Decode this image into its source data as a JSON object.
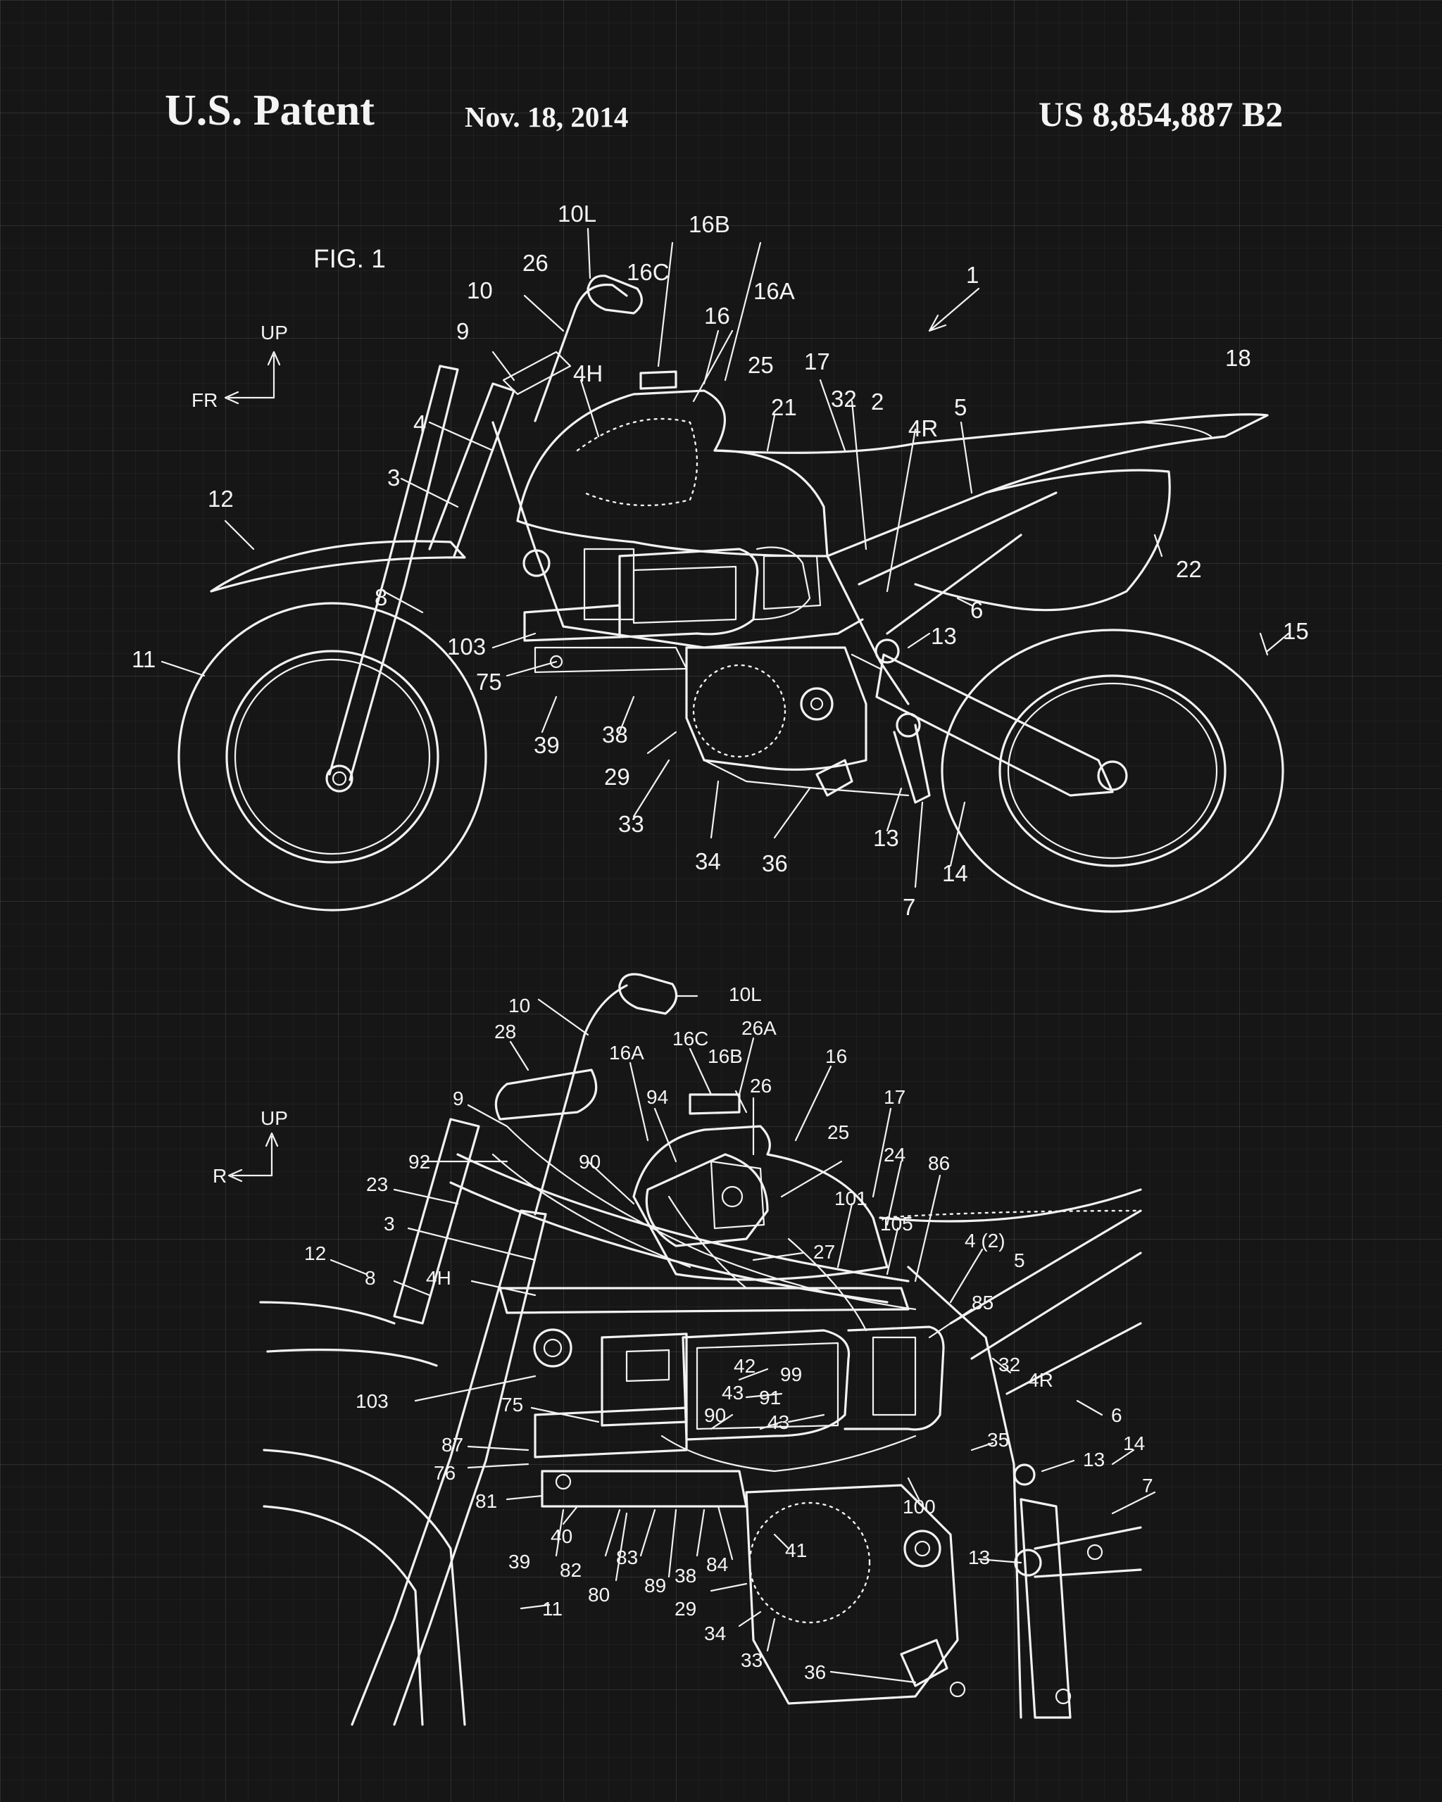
{
  "header": {
    "title": "U.S. Patent",
    "date": "Nov. 18, 2014",
    "number": "US 8,854,887 B2"
  },
  "fig1": {
    "caption": "FIG. 1",
    "dir_up": "UP",
    "dir_front": "FR",
    "labels": [
      "10L",
      "16B",
      "26",
      "16C",
      "16A",
      "10",
      "1",
      "16",
      "9",
      "4H",
      "25",
      "18",
      "17",
      "32",
      "2",
      "5",
      "4R",
      "21",
      "4",
      "3",
      "12",
      "22",
      "6",
      "8",
      "13",
      "15",
      "103",
      "11",
      "75",
      "38",
      "39",
      "29",
      "33",
      "34",
      "36",
      "13",
      "14",
      "7"
    ]
  },
  "fig2": {
    "dir_up": "UP",
    "dir_front": "R",
    "labels": [
      "10",
      "10L",
      "28",
      "16C",
      "26A",
      "16A",
      "16B",
      "16",
      "9",
      "94",
      "26",
      "17",
      "25",
      "92",
      "90",
      "24",
      "86",
      "23",
      "101",
      "105",
      "3",
      "27",
      "4 (2)",
      "5",
      "12",
      "8",
      "4H",
      "85",
      "42",
      "99",
      "32",
      "4R",
      "103",
      "43",
      "91",
      "6",
      "75",
      "90",
      "43",
      "35",
      "14",
      "13",
      "87",
      "76",
      "100",
      "7",
      "81",
      "40",
      "41",
      "13",
      "39",
      "82",
      "83",
      "80",
      "89",
      "38",
      "84",
      "29",
      "11",
      "34",
      "33",
      "36"
    ]
  },
  "colors": {
    "background": "#161616",
    "line": "#f2f2f2",
    "grid": "#3a3a3a"
  }
}
